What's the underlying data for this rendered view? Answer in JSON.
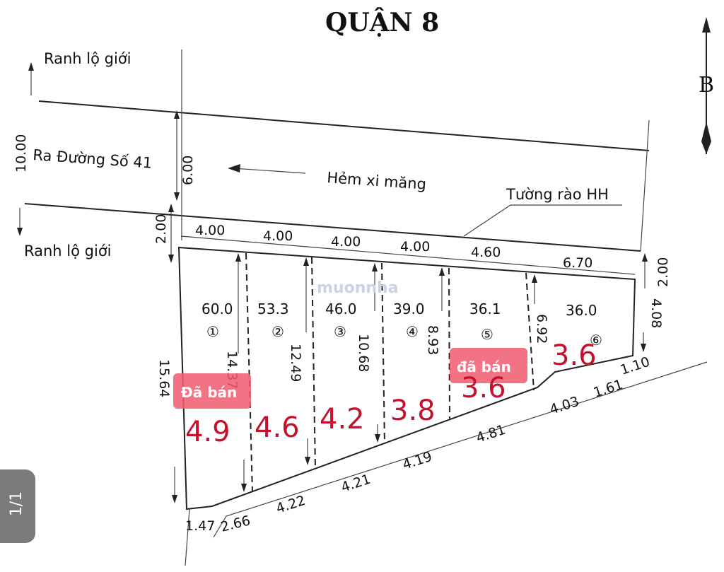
{
  "title": "QUẬN 8",
  "north": "B",
  "labels": {
    "ranh_top": "Ranh lộ giới",
    "ranh_bottom": "Ranh lộ giới",
    "ra_duong": "Ra Đường Số 41",
    "hem": "Hẻm xi măng",
    "tuong": "Tường rào HH"
  },
  "road": {
    "total_width": "10.00",
    "road_width": "6.00",
    "setback_left": "2.00",
    "setback_right": "2.00"
  },
  "front_widths": [
    "4.00",
    "4.00",
    "4.00",
    "4.00",
    "4.60",
    "6.70"
  ],
  "lots": [
    {
      "area": "60.0",
      "num": "①",
      "price": "4.9",
      "sold": "Đã bán"
    },
    {
      "area": "53.3",
      "num": "②",
      "price": "4.6"
    },
    {
      "area": "46.0",
      "num": "③",
      "price": "4.2"
    },
    {
      "area": "39.0",
      "num": "④",
      "price": "3.8"
    },
    {
      "area": "36.1",
      "num": "⑤",
      "price": "3.6",
      "sold": "đã bán"
    },
    {
      "area": "36.0",
      "num": "⑥",
      "price": "3.6"
    }
  ],
  "depths": [
    "15.64",
    "14.37",
    "12.49",
    "10.68",
    "8.93",
    "6.92",
    "4.08"
  ],
  "rear_segments": [
    "1.47",
    "2.66",
    "4.22",
    "4.21",
    "4.19",
    "4.81",
    "4.03",
    "1.61",
    "1.10"
  ],
  "watermark": "muonnha",
  "pager": "1/1"
}
